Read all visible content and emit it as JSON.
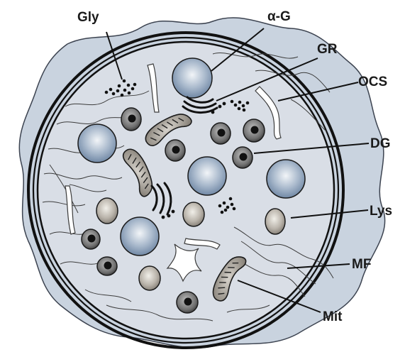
{
  "labels": {
    "gly": "Gly",
    "alpha_g": "α-G",
    "gr": "GR",
    "ocs": "OCS",
    "dg": "DG",
    "lys": "Lys",
    "mf": "MF",
    "mit": "Mit"
  },
  "colors": {
    "cell_outer": "#c9d3df",
    "cell_inner": "#d9dee6",
    "outline": "#1a1a1a",
    "granule_blue": "#7f97b4",
    "lysosome": "#a9a39b",
    "dense_granule_dark": "#2b2b2b"
  }
}
